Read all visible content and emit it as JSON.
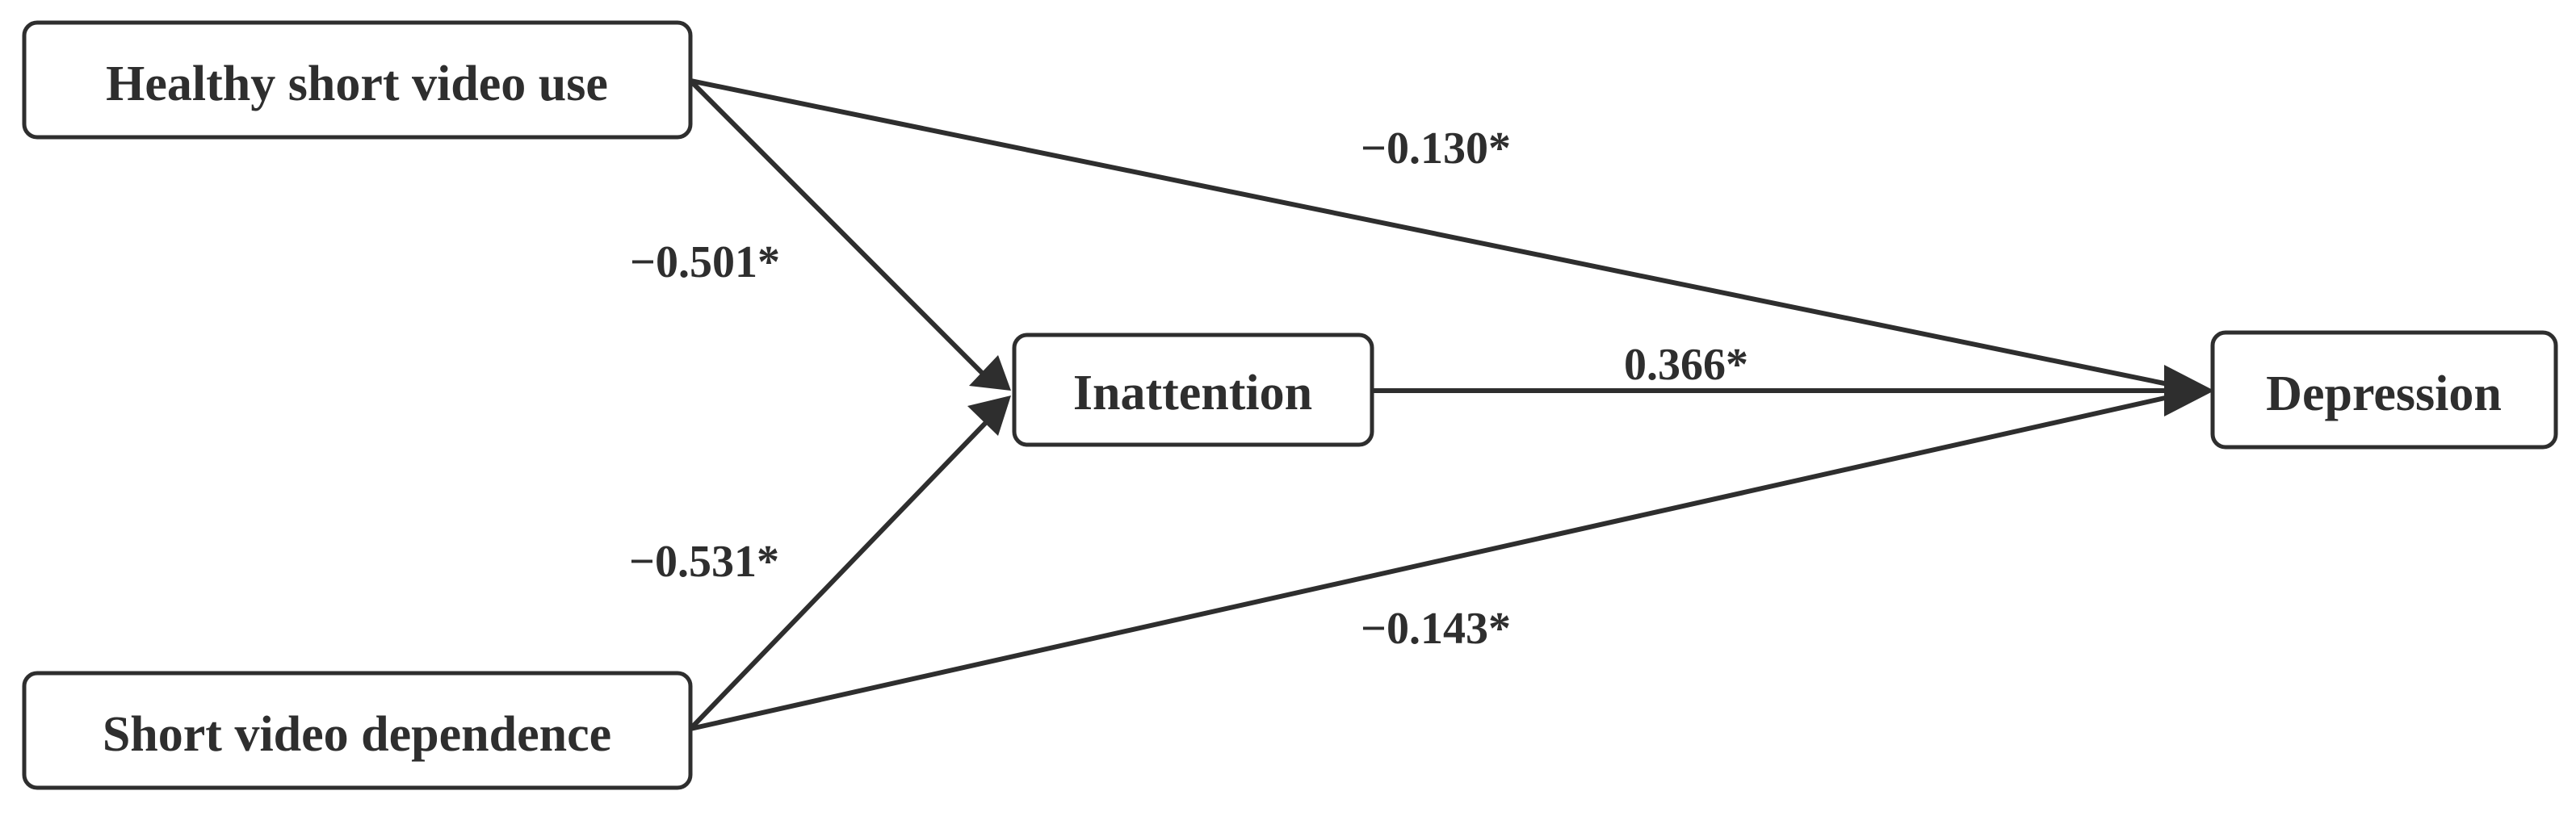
{
  "nodes": {
    "healthy_use": "Healthy short video use",
    "dependence": "Short video dependence",
    "inattention": "Inattention",
    "depression": "Depression"
  },
  "paths": {
    "healthy_to_inattention": "−0.501*",
    "dependence_to_inattention": "−0.531*",
    "inattention_to_depression": "0.366*",
    "healthy_to_depression": "−0.130*",
    "dependence_to_depression": "−0.143*"
  },
  "colors": {
    "ink": "#2e2e2e",
    "background": "#ffffff"
  }
}
